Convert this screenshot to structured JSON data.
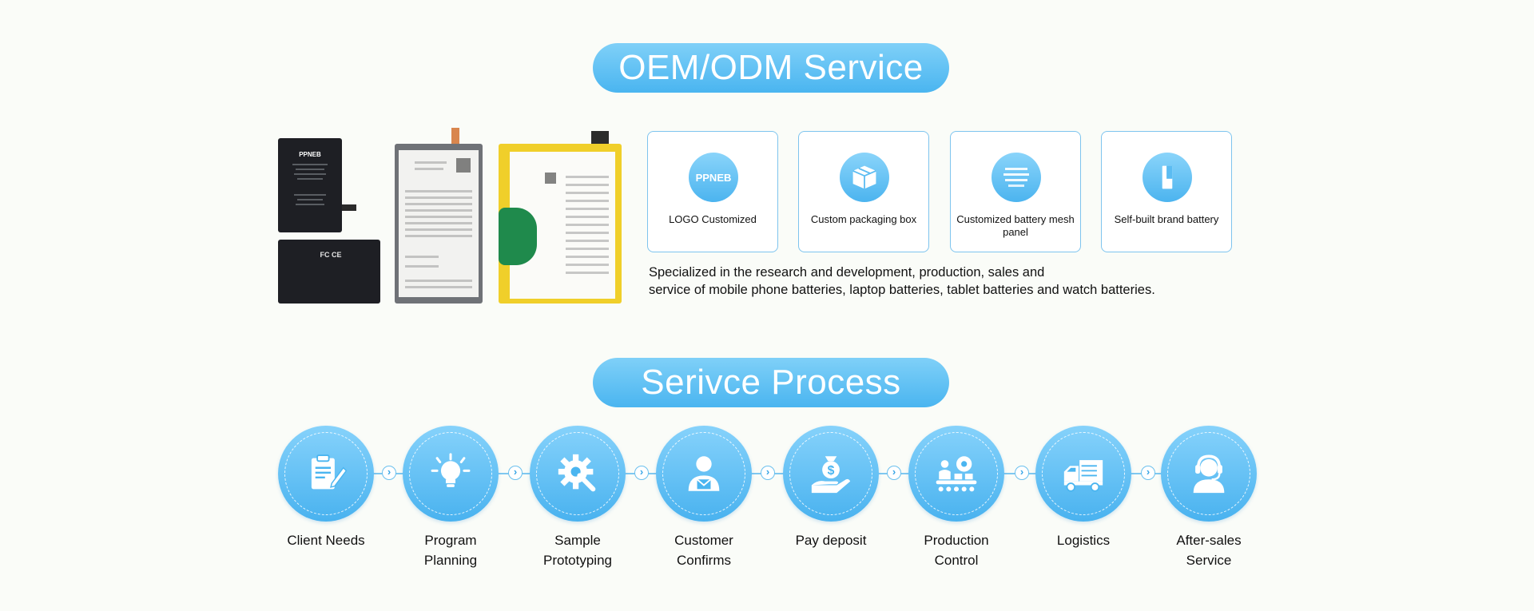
{
  "sections": {
    "oem_title": "OEM/ODM Service",
    "process_title": "Serivce Process"
  },
  "products": {
    "battery1_brand": "PPNEB",
    "battery1_marks": "FC CE"
  },
  "cards": [
    {
      "icon": "logo-badge-icon",
      "icon_text": "PPNEB",
      "label": "LOGO Customized"
    },
    {
      "icon": "box-icon",
      "label": "Custom packaging box"
    },
    {
      "icon": "battery-label-icon",
      "label": "Customized battery mesh panel"
    },
    {
      "icon": "battery-cell-icon",
      "label": "Self-built brand battery"
    }
  ],
  "description": {
    "line1": "Specialized in the research and development, production, sales and",
    "line2": "service of mobile phone batteries, laptop batteries, tablet batteries and watch batteries."
  },
  "process": [
    {
      "icon": "clipboard-icon",
      "line1": "Client Needs",
      "line2": ""
    },
    {
      "icon": "lightbulb-icon",
      "line1": "Program",
      "line2": "Planning"
    },
    {
      "icon": "gear-wrench-icon",
      "line1": "Sample",
      "line2": "Prototyping"
    },
    {
      "icon": "person-mail-icon",
      "line1": "Customer",
      "line2": "Confirms"
    },
    {
      "icon": "money-hand-icon",
      "line1": "Pay deposit",
      "line2": ""
    },
    {
      "icon": "factory-icon",
      "line1": "Production",
      "line2": "Control"
    },
    {
      "icon": "truck-icon",
      "line1": "Logistics",
      "line2": ""
    },
    {
      "icon": "headset-icon",
      "line1": "After-sales",
      "line2": "Service"
    }
  ],
  "colors": {
    "accent": "#4ab5f0",
    "accent_light": "#86d2fb",
    "background": "#fafcf8"
  }
}
